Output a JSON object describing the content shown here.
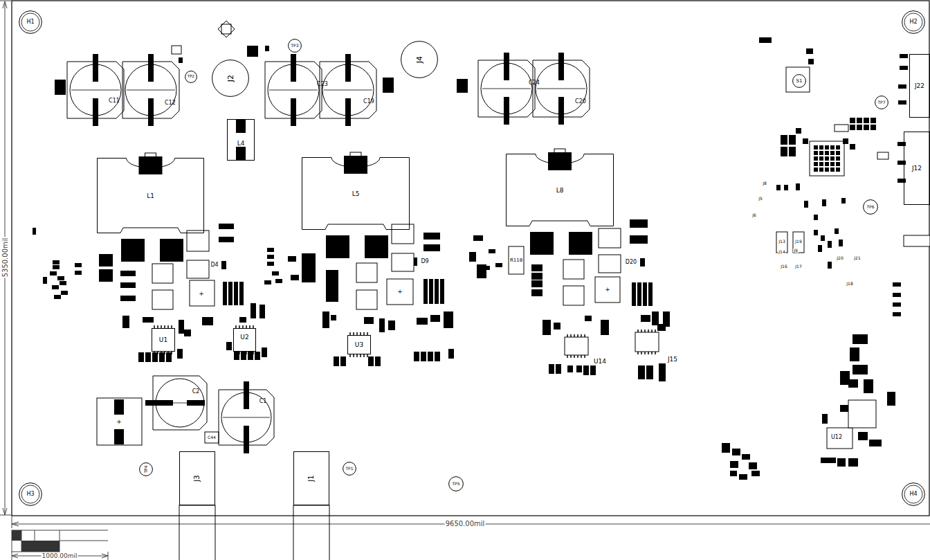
{
  "diagram": {
    "nodes": [
      {
        "text": [
          "H1"
        ]
      },
      {
        "text": [
          "H2"
        ]
      },
      {
        "text": [
          "J2"
        ]
      },
      {
        "text": [
          "TP3"
        ]
      },
      {
        "text": [
          "TP2"
        ]
      },
      {
        "text": [
          "J4"
        ]
      },
      {
        "text": [
          "C11"
        ]
      },
      {
        "text": [
          "C12"
        ]
      },
      {
        "text": [
          "C23"
        ]
      },
      {
        "text": [
          "C19"
        ]
      },
      {
        "text": [
          "C24"
        ]
      },
      {
        "text": [
          "C20"
        ]
      },
      {
        "text": [
          "S1"
        ]
      },
      {
        "text": [
          "TP7"
        ]
      },
      {
        "text": [
          "J22"
        ]
      },
      {
        "text": [
          "L4"
        ]
      },
      {
        "text": [
          "J12"
        ]
      },
      {
        "text": [
          "L1"
        ]
      },
      {
        "text": [
          "L5"
        ]
      },
      {
        "text": [
          "L8"
        ]
      },
      {
        "text": [
          "TP6"
        ]
      },
      {
        "text": [
          "U1"
        ]
      },
      {
        "text": [
          "U2"
        ]
      },
      {
        "text": [
          "U3"
        ]
      },
      {
        "text": [
          "C2"
        ]
      },
      {
        "text": [
          "C1"
        ]
      },
      {
        "text": [
          "TP4"
        ]
      },
      {
        "text": [
          "TP1"
        ]
      },
      {
        "text": [
          "TP5"
        ]
      },
      {
        "text": [
          "J3"
        ]
      },
      {
        "text": [
          "J1"
        ]
      },
      {
        "text": [
          "H3"
        ]
      },
      {
        "text": [
          "H4"
        ]
      }
    ],
    "labels": [
      "D4",
      "D9",
      "D20",
      "R118",
      "+",
      "+",
      "+",
      "+",
      "C44",
      "U14",
      "J15",
      "J13",
      "J19",
      "J14",
      "J9",
      "J16",
      "J17",
      "J20",
      "J21",
      "J18",
      "J8",
      "J5",
      "J6",
      "U12",
      "5350.00mil",
      "9650.00mil",
      "1000.00mil"
    ]
  }
}
